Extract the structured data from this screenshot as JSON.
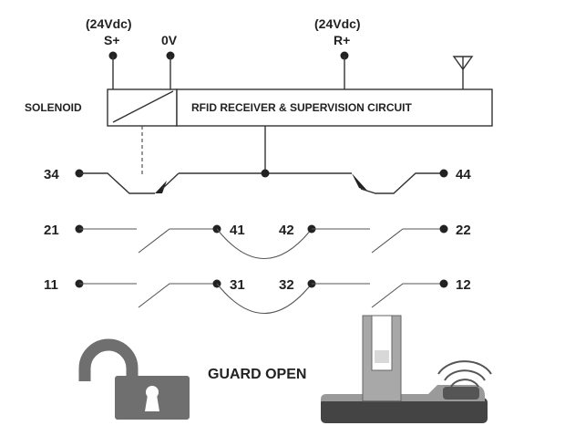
{
  "supply": {
    "s_plus_voltage": "(24Vdc)",
    "s_plus_label": "S+",
    "zero_v_label": "0V",
    "r_plus_voltage": "(24Vdc)",
    "r_plus_label": "R+"
  },
  "blocks": {
    "solenoid_label": "SOLENOID",
    "rfid_label": "RFID RECEIVER & SUPERVISION CIRCUIT"
  },
  "terminals": {
    "t34": "34",
    "t44": "44",
    "t21": "21",
    "t41": "41",
    "t42": "42",
    "t22": "22",
    "t11": "11",
    "t31": "31",
    "t32": "32",
    "t12": "12"
  },
  "status": {
    "guard_text": "GUARD OPEN"
  },
  "icons": {
    "lock": "unlocked-padlock-icon",
    "antenna": "antenna-icon",
    "device": "safety-switch-actuator-icon",
    "wireless": "wireless-signal-icon"
  },
  "colors": {
    "line": "#333333",
    "lock_gray": "#6f6f6f",
    "device_gray": "#9a9a9a",
    "device_dark": "#444444"
  }
}
